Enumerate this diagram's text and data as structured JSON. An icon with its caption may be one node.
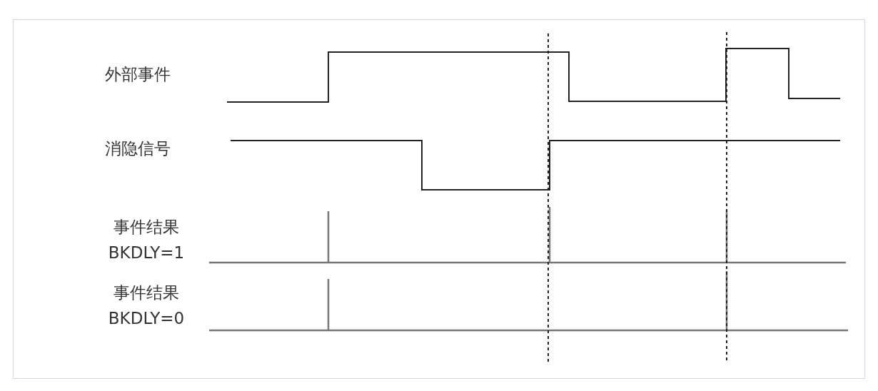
{
  "diagram": {
    "labels": [
      "外部事件",
      "消隐信号",
      "事件结果 BKDLY=1",
      "事件结果 BKDLY=0"
    ]
  }
}
